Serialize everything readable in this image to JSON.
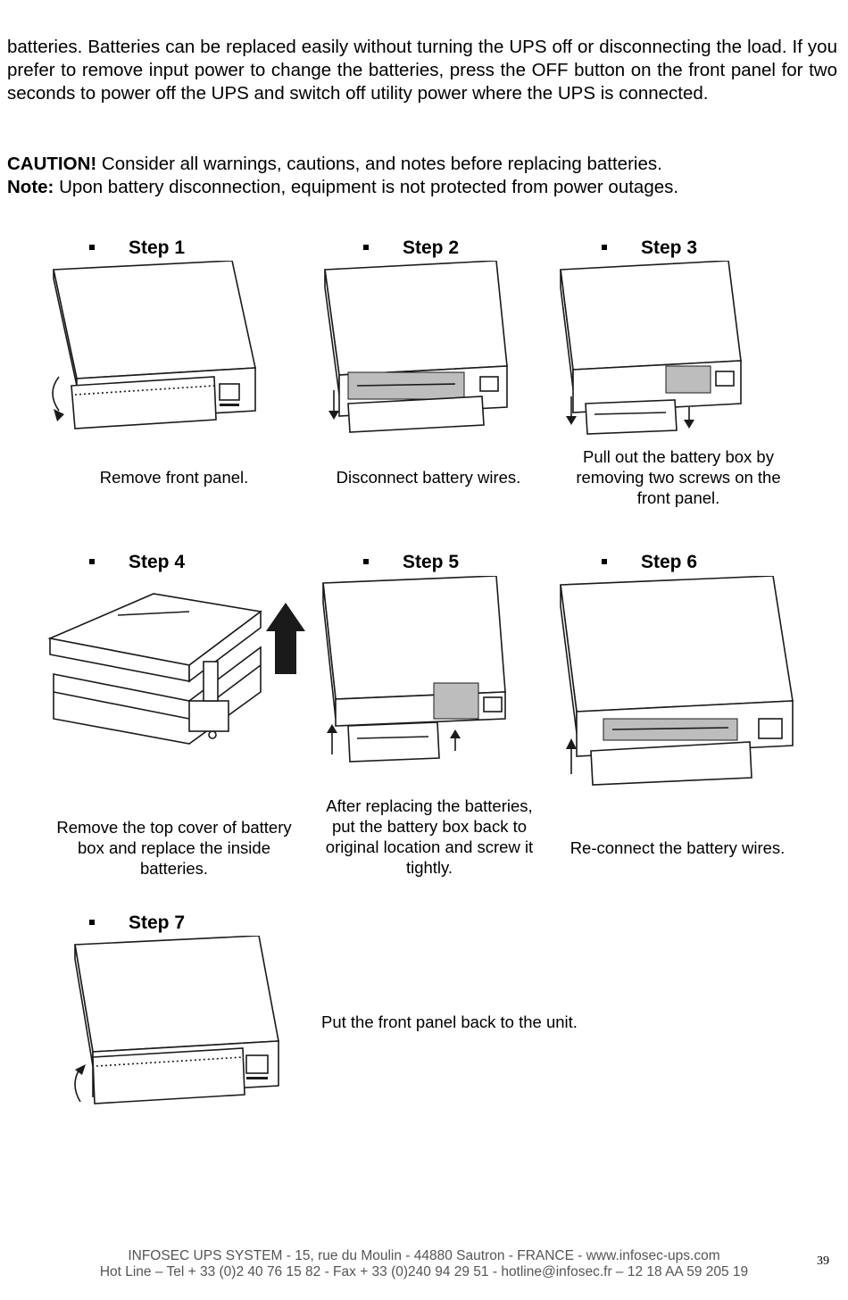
{
  "intro": "batteries. Batteries can be replaced easily without turning the UPS off or disconnecting the load. If you prefer to remove input power to change the batteries, press the OFF button on the front panel for two seconds to power off the UPS and switch off utility power where the UPS is connected.",
  "caution": {
    "label": "CAUTION!",
    "text": " Consider all warnings, cautions, and notes before replacing batteries."
  },
  "note": {
    "label": "Note:",
    "text": " Upon battery disconnection, equipment is not protected from power outages."
  },
  "steps": [
    {
      "title": "Step 1",
      "caption": "Remove front panel."
    },
    {
      "title": "Step 2",
      "caption": "Disconnect battery wires."
    },
    {
      "title": "Step 3",
      "caption": "Pull out the battery box by removing two screws on the front panel."
    },
    {
      "title": "Step 4",
      "caption": "Remove the top cover of battery box and replace the inside batteries."
    },
    {
      "title": "Step 5",
      "caption": "After replacing the batteries, put the battery box back to original location and screw it tightly."
    },
    {
      "title": "Step 6",
      "caption": "Re-connect the battery wires."
    },
    {
      "title": "Step 7",
      "caption": "Put the front panel back to the unit."
    }
  ],
  "footer": {
    "line1": "INFOSEC UPS SYSTEM - 15, rue du Moulin - 44880 Sautron - FRANCE - www.infosec-ups.com",
    "line2": "Hot Line – Tel + 33 (0)2 40 76 15 82 - Fax + 33 (0)240 94 29 51 - hotline@infosec.fr – 12 18 AA 59 205 19"
  },
  "page_number": "39"
}
